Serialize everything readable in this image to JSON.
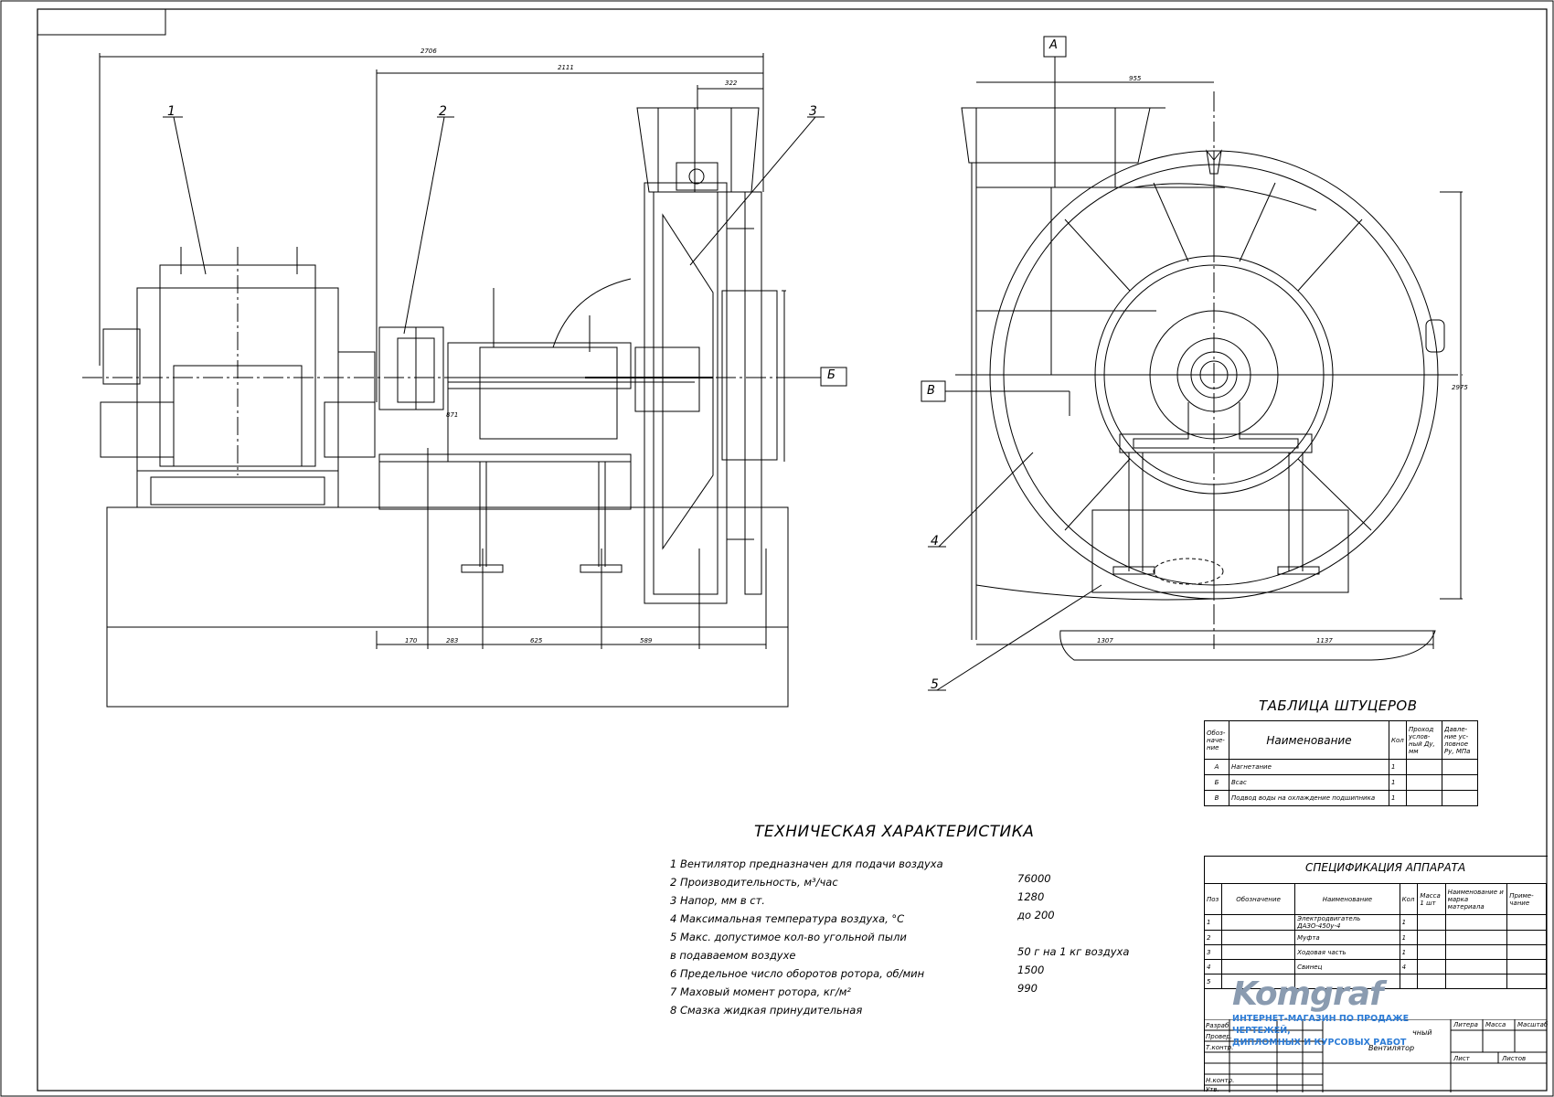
{
  "drawing": {
    "callouts": [
      "1",
      "2",
      "3",
      "4",
      "5"
    ],
    "section_marks": {
      "a": "А",
      "b": "Б",
      "v": "В"
    },
    "dims_side": [
      "2706",
      "2111",
      "322",
      "170",
      "283",
      "625",
      "589",
      "871"
    ],
    "dims_front": [
      "955",
      "1307",
      "1137",
      "2975"
    ]
  },
  "nozzle_table": {
    "title": "ТАБЛИЦА ШТУЦЕРОВ",
    "headers": [
      "Обоз-наче-ние",
      "Наименование",
      "Кол",
      "Проход услов-ный Ду, мм",
      "Давле-ние ус-ловное Ру, МПа"
    ],
    "rows": [
      [
        "А",
        "Нагнетание",
        "1",
        "",
        ""
      ],
      [
        "Б",
        "Всас",
        "1",
        "",
        ""
      ],
      [
        "В",
        "Подвод воды на охлаждение подшипника",
        "1",
        "",
        ""
      ]
    ]
  },
  "tech": {
    "title": "ТЕХНИЧЕСКАЯ ХАРАКТЕРИСТИКА",
    "lines": [
      {
        "text": "1   Вентилятор предназначен для подачи воздуха",
        "value": ""
      },
      {
        "text": "2 Производительность, м³/час",
        "value": "76000"
      },
      {
        "text": "3 Напор, мм в ст.",
        "value": "1280"
      },
      {
        "text": "4 Максимальная температура воздуха, °С",
        "value": "до 200"
      },
      {
        "text": "5 Макс. допустимое кол-во угольной пыли",
        "value": ""
      },
      {
        "text": "в подаваемом воздухе",
        "value": "50 г на 1 кг воздуха"
      },
      {
        "text": "6 Предельное число оборотов ротора, об/мин",
        "value": "1500"
      },
      {
        "text": "7 Маховый момент ротора, кг/м²",
        "value": "990"
      },
      {
        "text": "8 Смазка жидкая принудительная",
        "value": ""
      }
    ]
  },
  "spec": {
    "title": "СПЕЦИФИКАЦИЯ АППАРАТА",
    "headers": [
      "Поз",
      "Обозначение",
      "Наименование",
      "Кол",
      "Масса 1 шт",
      "Наименование и марка материала",
      "Приме-чание"
    ],
    "rows": [
      [
        "1",
        "",
        "Электродвигатель ДАЗО-450у-4",
        "1",
        "",
        "",
        ""
      ],
      [
        "2",
        "",
        "Муфта",
        "1",
        "",
        "",
        ""
      ],
      [
        "3",
        "",
        "Ходовая часть",
        "1",
        "",
        "",
        ""
      ],
      [
        "4",
        "",
        "Свинец",
        "4",
        "",
        "",
        ""
      ],
      [
        "5",
        "",
        "",
        "",
        "",
        "",
        ""
      ]
    ]
  },
  "title_block": {
    "labels": [
      "Разраб.",
      "Провер.",
      "Т.контр.",
      "Н.контр.",
      "Утв."
    ],
    "right_labels": [
      "Литера",
      "Масса",
      "Масштаб",
      "Лист",
      "Листов"
    ],
    "name_fragment": "чный",
    "name_fragment2": "Вентилятор"
  },
  "watermark": {
    "logo": "Komgraf",
    "line1": "ИНТЕРНЕТ-МАГАЗИН ПО ПРОДАЖЕ ЧЕРТЕЖЕЙ,",
    "line2": "ДИПЛОМНЫХ И КУРСОВЫХ РАБОТ"
  }
}
